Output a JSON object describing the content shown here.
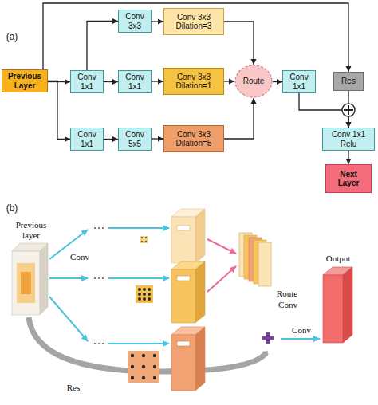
{
  "diagram": {
    "nodes": [
      {
        "text": [
          "Previous Layer"
        ]
      },
      {
        "text": [
          "Conv 1x1"
        ]
      },
      {
        "text": [
          "Conv 3x3"
        ]
      },
      {
        "text": [
          "Conv 3x3 Dilation=3"
        ]
      },
      {
        "text": [
          "Conv 1x1"
        ]
      },
      {
        "text": [
          "Conv 3x3 Dilation=1"
        ]
      },
      {
        "text": [
          "Conv 1x1"
        ]
      },
      {
        "text": [
          "Conv 5x5"
        ]
      },
      {
        "text": [
          "Conv 3x3 Dilation=5"
        ]
      },
      {
        "text": [
          "Route"
        ]
      },
      {
        "text": [
          "Conv 1x1"
        ]
      },
      {
        "text": [
          "Res"
        ]
      },
      {
        "text": [
          "Conv 1x1 Relu"
        ]
      },
      {
        "text": [
          "Next Layer"
        ]
      }
    ],
    "edges": [
      {
        "from": 0,
        "to": 1,
        "arrow": "to"
      },
      {
        "from": 1,
        "to": 2,
        "arrow": "to"
      },
      {
        "from": 2,
        "to": 3,
        "arrow": "to"
      },
      {
        "from": 1,
        "to": 4,
        "arrow": "to"
      },
      {
        "from": 4,
        "to": 5,
        "arrow": "to"
      },
      {
        "from": 0,
        "to": 6,
        "arrow": "to"
      },
      {
        "from": 6,
        "to": 7,
        "arrow": "to"
      },
      {
        "from": 7,
        "to": 8,
        "arrow": "to"
      },
      {
        "from": 3,
        "to": 9,
        "arrow": "to"
      },
      {
        "from": 5,
        "to": 9,
        "arrow": "to"
      },
      {
        "from": 8,
        "to": 9,
        "arrow": "to"
      },
      {
        "from": 9,
        "to": 10,
        "arrow": "to"
      },
      {
        "from": 10,
        "to": 12,
        "arrow": "to"
      },
      {
        "from": 11,
        "to": 12,
        "arrow": "to"
      },
      {
        "from": 0,
        "to": 11,
        "arrow": "to"
      },
      {
        "from": 12,
        "to": 13,
        "arrow": "to"
      }
    ],
    "labels": [
      "(a)",
      "(b)",
      "Previous layer",
      "Conv",
      "Route",
      "Conv",
      "Conv",
      "Output",
      "Res"
    ]
  }
}
